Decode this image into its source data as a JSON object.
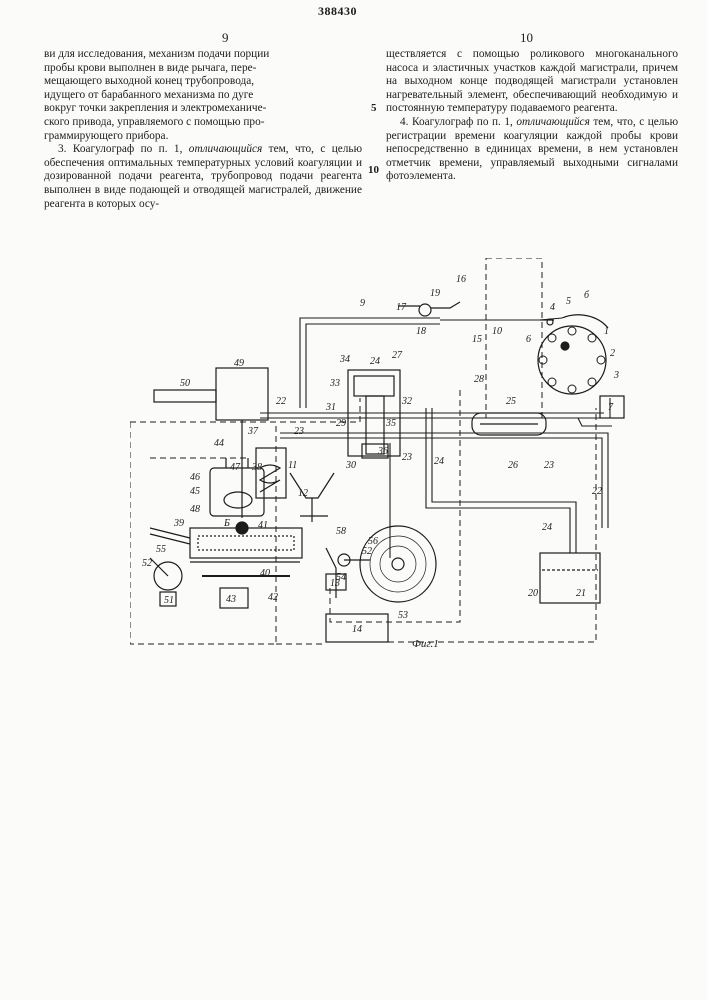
{
  "header": {
    "patent_number": "388430",
    "page_left": "9",
    "page_right": "10"
  },
  "left_column": {
    "lines": [
      "ви для исследования, механизм подачи порции",
      "пробы крови выполнен в виде рычага, пере-",
      "мещающего выходной конец трубопровода,",
      "идущего от барабанного механизма по дуге",
      "вокруг точки закрепления и электромеханиче-",
      "ского привода, управляемого с помощью про-",
      "граммирующего прибора."
    ],
    "claim3": {
      "start": "3. Коагулограф по п. 1, ",
      "emph": "отличающийся",
      "rest": " тем, что, с целью обеспечения оптимальных температурных условий коагуляции и дозированной подачи реагента, трубопровод подачи реагента выполнен в виде подающей и отводящей магистралей, движение реагента в которых осу-"
    }
  },
  "right_column": {
    "para1": "ществляется с помощью роликового многоканального насоса и эластичных участков каждой магистрали, причем на выходном конце подводящей магистрали установлен нагревательный элемент, обеспечивающий необходимую и постоянную температуру подаваемого реагента.",
    "claim4": {
      "start": "4. Коагулограф по п. 1, ",
      "emph": "отличающийся",
      "rest": " тем, что, с целью регистрации времени коагуляции каждой пробы крови непосредственно в единицах времени, в нем установлен отметчик времени, управляемый выходными сигналами фотоэлемента."
    },
    "line_numbers": [
      "5",
      "10"
    ]
  },
  "figure": {
    "caption": "Фиг.1",
    "labels": [
      "1",
      "2",
      "3",
      "4",
      "5",
      "б",
      "6",
      "7",
      "9",
      "10",
      "11",
      "12",
      "13",
      "14",
      "15",
      "16",
      "17",
      "18",
      "19",
      "20",
      "21",
      "22",
      "22",
      "23",
      "23",
      "23",
      "24",
      "24",
      "24",
      "25",
      "26",
      "27",
      "28",
      "29",
      "30",
      "31",
      "32",
      "33",
      "34",
      "35",
      "36",
      "37",
      "38",
      "39",
      "40",
      "41",
      "42",
      "43",
      "44",
      "45",
      "46",
      "47",
      "48",
      "49",
      "50",
      "51",
      "52",
      "52",
      "53",
      "54",
      "55",
      "56",
      "58",
      "Б"
    ]
  }
}
